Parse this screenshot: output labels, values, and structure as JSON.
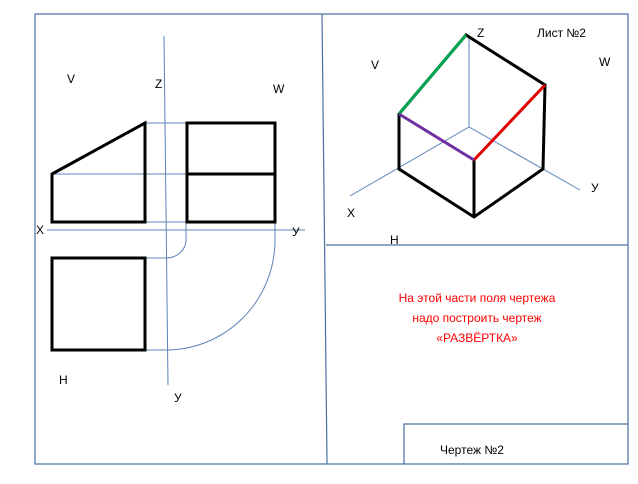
{
  "sheet": {
    "sheet_label": "Лист №2",
    "drawing_label": "Чертеж №2"
  },
  "orthographic": {
    "label_v": "V",
    "label_z": "Z",
    "label_w": "W",
    "label_x": "X",
    "label_y_right": "У",
    "label_h": "Н",
    "label_y_bottom": "У"
  },
  "isometric": {
    "label_z": "Z",
    "label_v": "V",
    "label_w": "W",
    "label_x": "X",
    "label_y": "У",
    "label_h": "Н",
    "edge_colors": {
      "green": "#00a651",
      "red": "#e00000",
      "purple": "#7030a0"
    }
  },
  "instruction": {
    "line1": "На этой части поля чертежа",
    "line2": "надо построить чертеж",
    "line3": "«РАЗВЁРТКА»"
  }
}
